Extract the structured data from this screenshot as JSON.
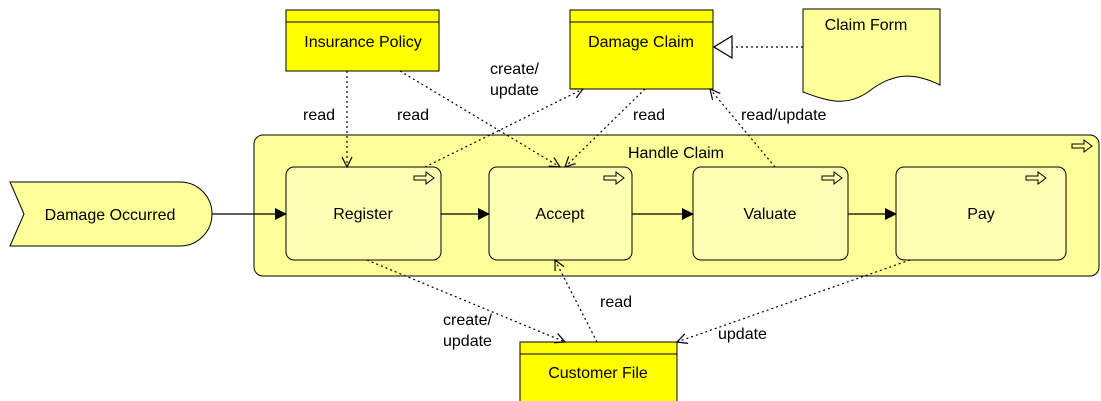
{
  "colors": {
    "data_object_fill": "#ffff00",
    "representation_fill": "#ffff99",
    "process_fill": "#ffff99",
    "subprocess_fill": "#ffffb3",
    "stroke": "#000000"
  },
  "data_objects": {
    "insurance_policy": "Insurance Policy",
    "damage_claim": "Damage Claim",
    "customer_file": "Customer File"
  },
  "representation": {
    "claim_form": "Claim Form"
  },
  "event": {
    "label": "Damage Occurred"
  },
  "process": {
    "label": "Handle Claim",
    "steps": [
      "Register",
      "Accept",
      "Valuate",
      "Pay"
    ]
  },
  "relations": {
    "read_policy_register": "read",
    "read_policy_accept": "read",
    "create_update_claim_1": "create/",
    "create_update_claim_2": "update",
    "read_claim_accept": "read",
    "read_update_claim": "read/update",
    "create_update_customer_1": "create/",
    "create_update_customer_2": "update",
    "read_customer": "read",
    "update_customer": "update"
  }
}
